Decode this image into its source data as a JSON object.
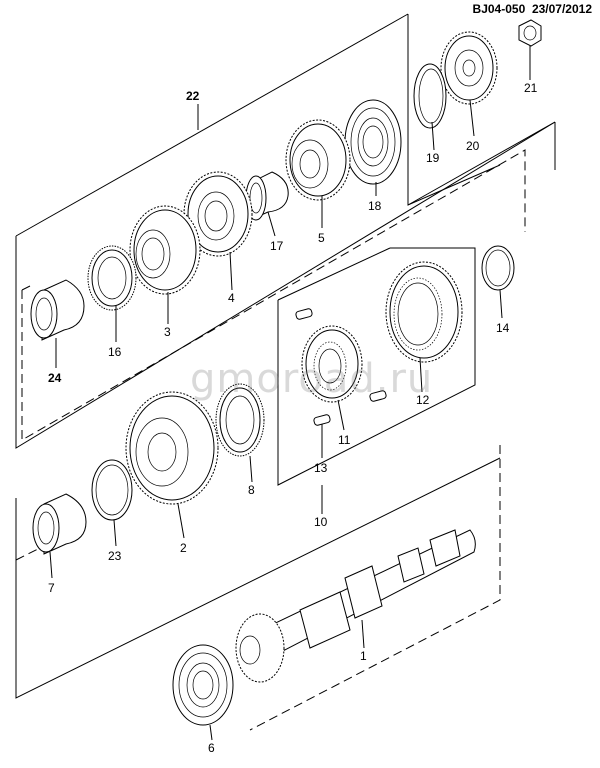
{
  "header": {
    "code": "BJ04-050",
    "date": "23/07/2012"
  },
  "watermark": {
    "text": "gmoroad.ru"
  },
  "callouts": {
    "p1": "1",
    "p2": "2",
    "p3": "3",
    "p4": "4",
    "p5": "5",
    "p6": "6",
    "p7": "7",
    "p8": "8",
    "p10": "10",
    "p11": "11",
    "p12": "12",
    "p13": "13",
    "p14": "14",
    "p16": "16",
    "p17": "17",
    "p18": "18",
    "p19": "19",
    "p20": "20",
    "p21": "21",
    "p22": "22",
    "p23": "23",
    "p24": "24"
  }
}
